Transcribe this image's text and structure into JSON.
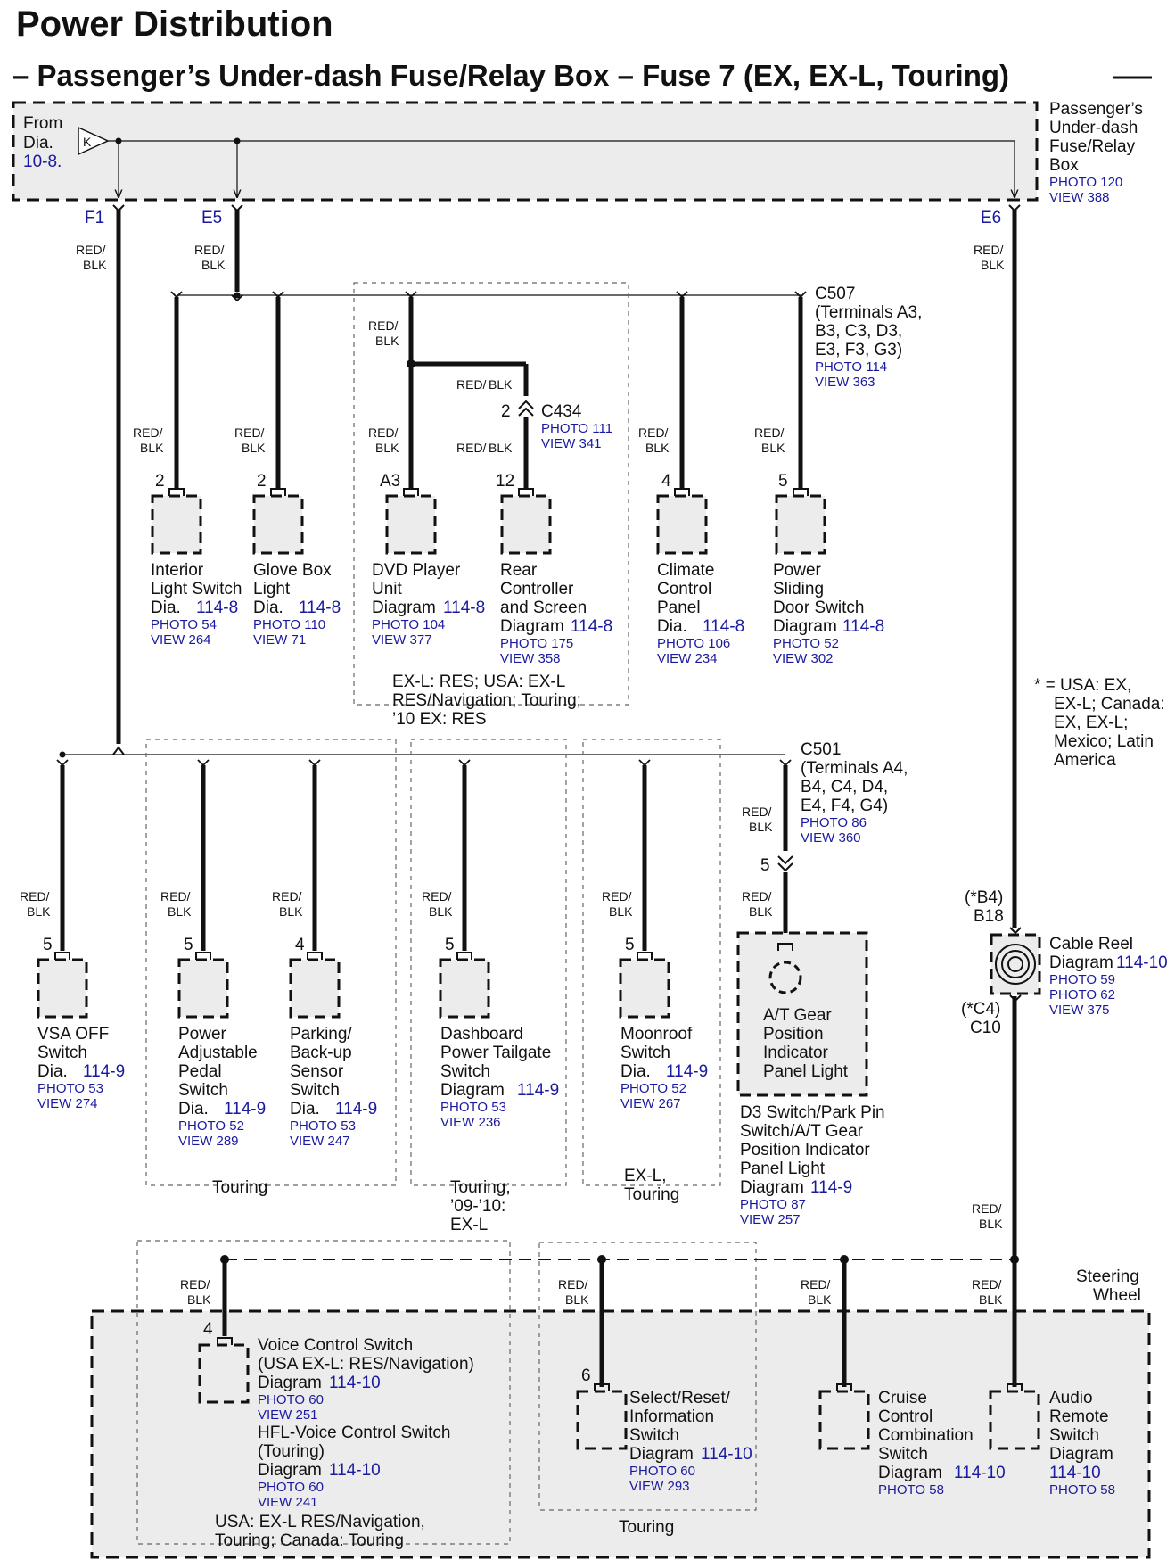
{
  "header": {
    "title": "Power Distribution",
    "subtitle": "– Passenger’s Under-dash Fuse/Relay Box – Fuse 7 (EX, EX-L, Touring)"
  },
  "fuse_box": {
    "name_lines": [
      "Passenger’s",
      "Under-dash",
      "Fuse/Relay",
      "Box"
    ],
    "photo": "PHOTO 120",
    "view": "VIEW 388",
    "from_lines": [
      "From",
      "Dia."
    ],
    "from_ref": "10-8.",
    "connector": "K",
    "terminals": [
      "F1",
      "E5",
      "E6"
    ]
  },
  "wire_color": [
    "RED/",
    "BLK"
  ],
  "connectors": {
    "c507": [
      "C507",
      "(Terminals A3,",
      "B3, C3, D3,",
      "E3, F3, G3)"
    ],
    "c507_photo": "PHOTO 114",
    "c507_view": "VIEW 363",
    "c434": "C434",
    "c434_photo": "PHOTO 111",
    "c434_view": "VIEW 341",
    "c434_pin": "2",
    "c501": [
      "C501",
      "(Terminals A4,",
      "B4, C4, D4,",
      "E4, F4, G4)"
    ],
    "c501_photo": "PHOTO 86",
    "c501_view": "VIEW 360",
    "c501_pin": "5"
  },
  "upper_components": [
    {
      "pin": "2",
      "lines": [
        "Interior",
        "Light Switch"
      ],
      "dia": "Dia.",
      "ref": "114-8",
      "photo": "PHOTO 54",
      "view": "VIEW 264"
    },
    {
      "pin": "2",
      "lines": [
        "Glove Box",
        "Light"
      ],
      "dia": "Dia.",
      "ref": "114-8",
      "photo": "PHOTO 110",
      "view": "VIEW 71"
    },
    {
      "pin": "A3",
      "lines": [
        "DVD Player",
        "Unit"
      ],
      "dia": "Diagram",
      "ref": "114-8",
      "photo": "PHOTO 104",
      "view": "VIEW 377"
    },
    {
      "pin": "12",
      "lines": [
        "Rear",
        "Controller",
        "and Screen"
      ],
      "dia": "Diagram",
      "ref": "114-8",
      "photo": "PHOTO 175",
      "view": "VIEW 358"
    },
    {
      "pin": "4",
      "lines": [
        "Climate",
        "Control",
        "Panel"
      ],
      "dia": "Dia.",
      "ref": "114-8",
      "photo": "PHOTO 106",
      "view": "VIEW 234"
    },
    {
      "pin": "5",
      "lines": [
        "Power",
        "Sliding",
        "Door Switch"
      ],
      "dia": "Diagram",
      "ref": "114-8",
      "photo": "PHOTO 52",
      "view": "VIEW 302"
    }
  ],
  "dvd_group_note": [
    "EX-L: RES; USA: EX-L",
    "RES/Navigation; Touring;",
    "’10 EX: RES"
  ],
  "footnote": [
    "*  = USA: EX,",
    "EX-L; Canada:",
    "EX, EX-L;",
    "Mexico; Latin",
    "America"
  ],
  "middle_components": [
    {
      "pin": "5",
      "lines": [
        "VSA OFF",
        "Switch"
      ],
      "dia": "Dia.",
      "ref": "114-9",
      "photo": "PHOTO 53",
      "view": "VIEW 274"
    },
    {
      "pin": "5",
      "lines": [
        "Power",
        "Adjustable",
        "Pedal",
        "Switch"
      ],
      "dia": "Dia.",
      "ref": "114-9",
      "photo": "PHOTO 52",
      "view": "VIEW 289"
    },
    {
      "pin": "4",
      "lines": [
        "Parking/",
        "Back-up",
        "Sensor",
        "Switch"
      ],
      "dia": "Dia.",
      "ref": "114-9",
      "photo": "PHOTO 53",
      "view": "VIEW 247"
    },
    {
      "pin": "5",
      "lines": [
        "Dashboard",
        "Power Tailgate",
        "Switch"
      ],
      "dia": "Diagram",
      "ref": "114-9",
      "photo": "PHOTO 53",
      "view": "VIEW 236"
    },
    {
      "pin": "5",
      "lines": [
        "Moonroof",
        "Switch"
      ],
      "dia": "Dia.",
      "ref": "114-9",
      "photo": "PHOTO 52",
      "view": "VIEW 267"
    }
  ],
  "middle_notes": {
    "touring": "Touring",
    "tailgate": [
      "Touring;",
      "’09-’10:",
      "EX-L"
    ],
    "moonroof": [
      "EX-L,",
      "Touring"
    ]
  },
  "at_gear": {
    "box_lines": [
      "A/T Gear",
      "Position",
      "Indicator",
      "Panel Light"
    ],
    "lines": [
      "D3 Switch/Park Pin",
      "Switch/A/T Gear",
      "Position Indicator",
      "Panel Light"
    ],
    "dia": "Diagram",
    "ref": "114-9",
    "photo": "PHOTO 87",
    "view": "VIEW 257"
  },
  "cable_reel": {
    "pin_top": [
      "(*B4)",
      "B18"
    ],
    "pin_bottom": [
      "(*C4)",
      "C10"
    ],
    "lines": [
      "Cable Reel"
    ],
    "dia": "Diagram",
    "ref": "114-10",
    "photo": "PHOTO 59",
    "photo2": "PHOTO 62",
    "view": "VIEW 375"
  },
  "steering_wheel": {
    "label": [
      "Steering",
      "Wheel"
    ],
    "voice": {
      "pin": "4",
      "lines": [
        "Voice Control Switch",
        "(USA EX-L: RES/Navigation)"
      ],
      "dia": "Diagram",
      "ref": "114-10",
      "photo": "PHOTO 60",
      "view": "VIEW 251",
      "hfl_lines": [
        "HFL-Voice Control Switch",
        "(Touring)"
      ],
      "hfl_ref": "114-10",
      "hfl_photo": "PHOTO 60",
      "hfl_view": "VIEW 241",
      "note": [
        "USA: EX-L RES/Navigation,",
        "Touring; Canada: Touring"
      ]
    },
    "select": {
      "pin": "6",
      "lines": [
        "Select/Reset/",
        "Information",
        "Switch"
      ],
      "dia": "Diagram",
      "ref": "114-10",
      "photo": "PHOTO 60",
      "view": "VIEW 293",
      "note": "Touring"
    },
    "cruise": {
      "lines": [
        "Cruise",
        "Control",
        "Combination",
        "Switch"
      ],
      "dia": "Diagram",
      "ref": "114-10",
      "photo": "PHOTO 58"
    },
    "audio": {
      "lines": [
        "Audio",
        "Remote",
        "Switch",
        "Diagram"
      ],
      "ref": "114-10",
      "photo": "PHOTO 58"
    }
  }
}
